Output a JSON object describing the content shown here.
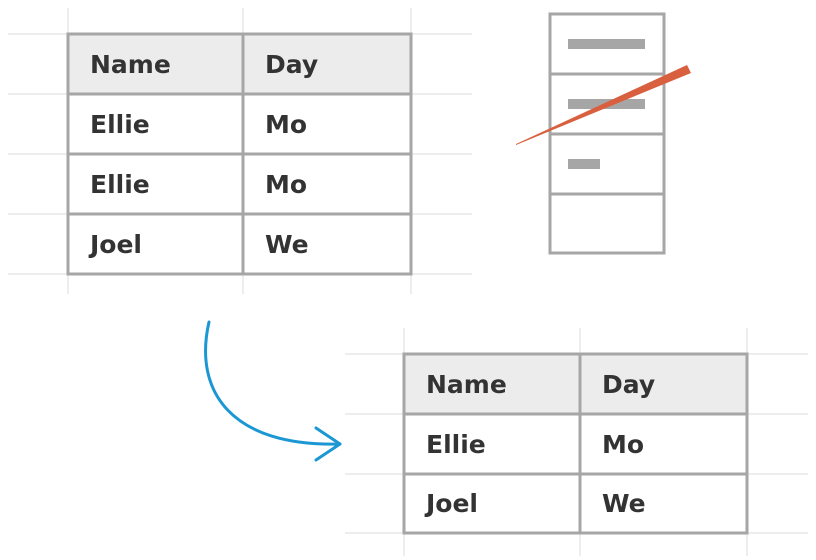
{
  "source_table": {
    "headers": [
      "Name",
      "Day"
    ],
    "rows": [
      [
        "Ellie",
        "Mo"
      ],
      [
        "Ellie",
        "Mo"
      ],
      [
        "Joel",
        "We"
      ]
    ]
  },
  "result_table": {
    "headers": [
      "Name",
      "Day"
    ],
    "rows": [
      [
        "Ellie",
        "Mo"
      ],
      [
        "Joel",
        "We"
      ]
    ]
  },
  "colors": {
    "table_border": "#a6a6a6",
    "header_fill": "#ececec",
    "text": "#333333",
    "strike_line": "#d9603f",
    "arrow": "#1b97d4",
    "guide_lines": "#ededed",
    "list_bars": "#a6a6a6"
  },
  "icons": {
    "list_icon": "stacked-list-icon",
    "strike": "strike-through-line",
    "arrow": "curved-arrow-icon"
  }
}
